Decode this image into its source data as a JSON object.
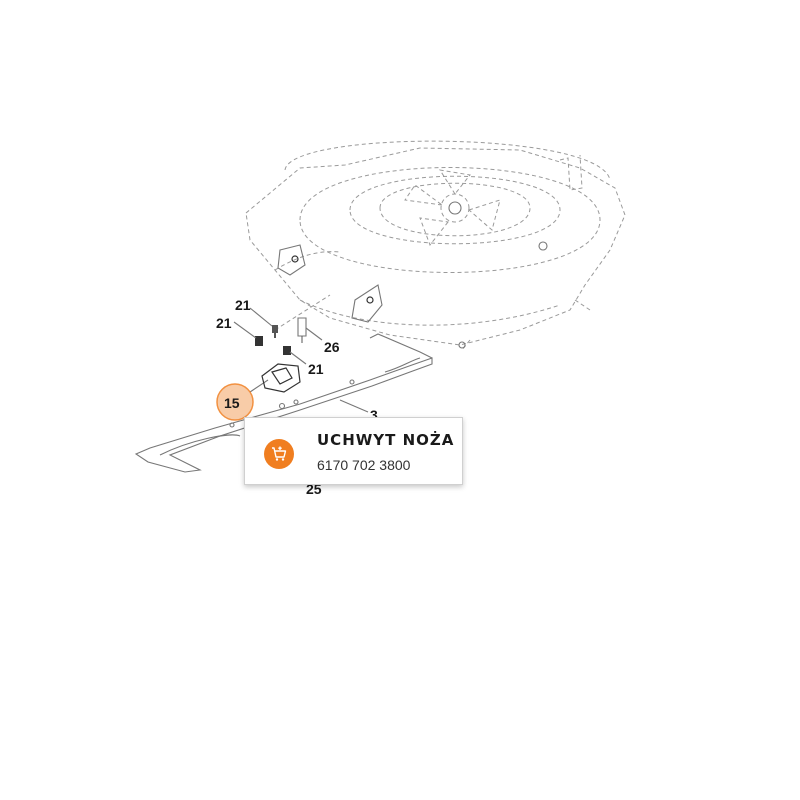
{
  "callouts": {
    "c21a": "21",
    "c21b": "21",
    "c21c": "21",
    "c26": "26",
    "c3": "3",
    "c15": "15",
    "c25": "25"
  },
  "hotspot": {
    "selected": "15",
    "color": "#f07e20"
  },
  "tooltip": {
    "title": "UCHWYT NOŻA",
    "part_number": "6170 702 3800",
    "cart_icon": "add-to-cart-icon"
  }
}
